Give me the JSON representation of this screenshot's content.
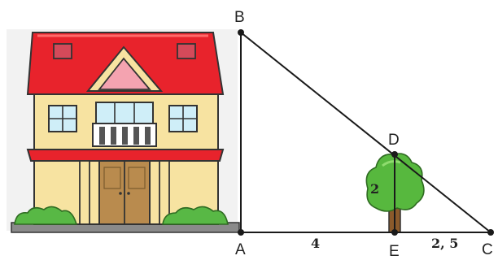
{
  "figure": {
    "points": {
      "A": "A",
      "B": "B",
      "C": "C",
      "D": "D",
      "E": "E"
    },
    "lengths": {
      "AE": "4",
      "EC": "2, 5",
      "DE": "2"
    }
  }
}
